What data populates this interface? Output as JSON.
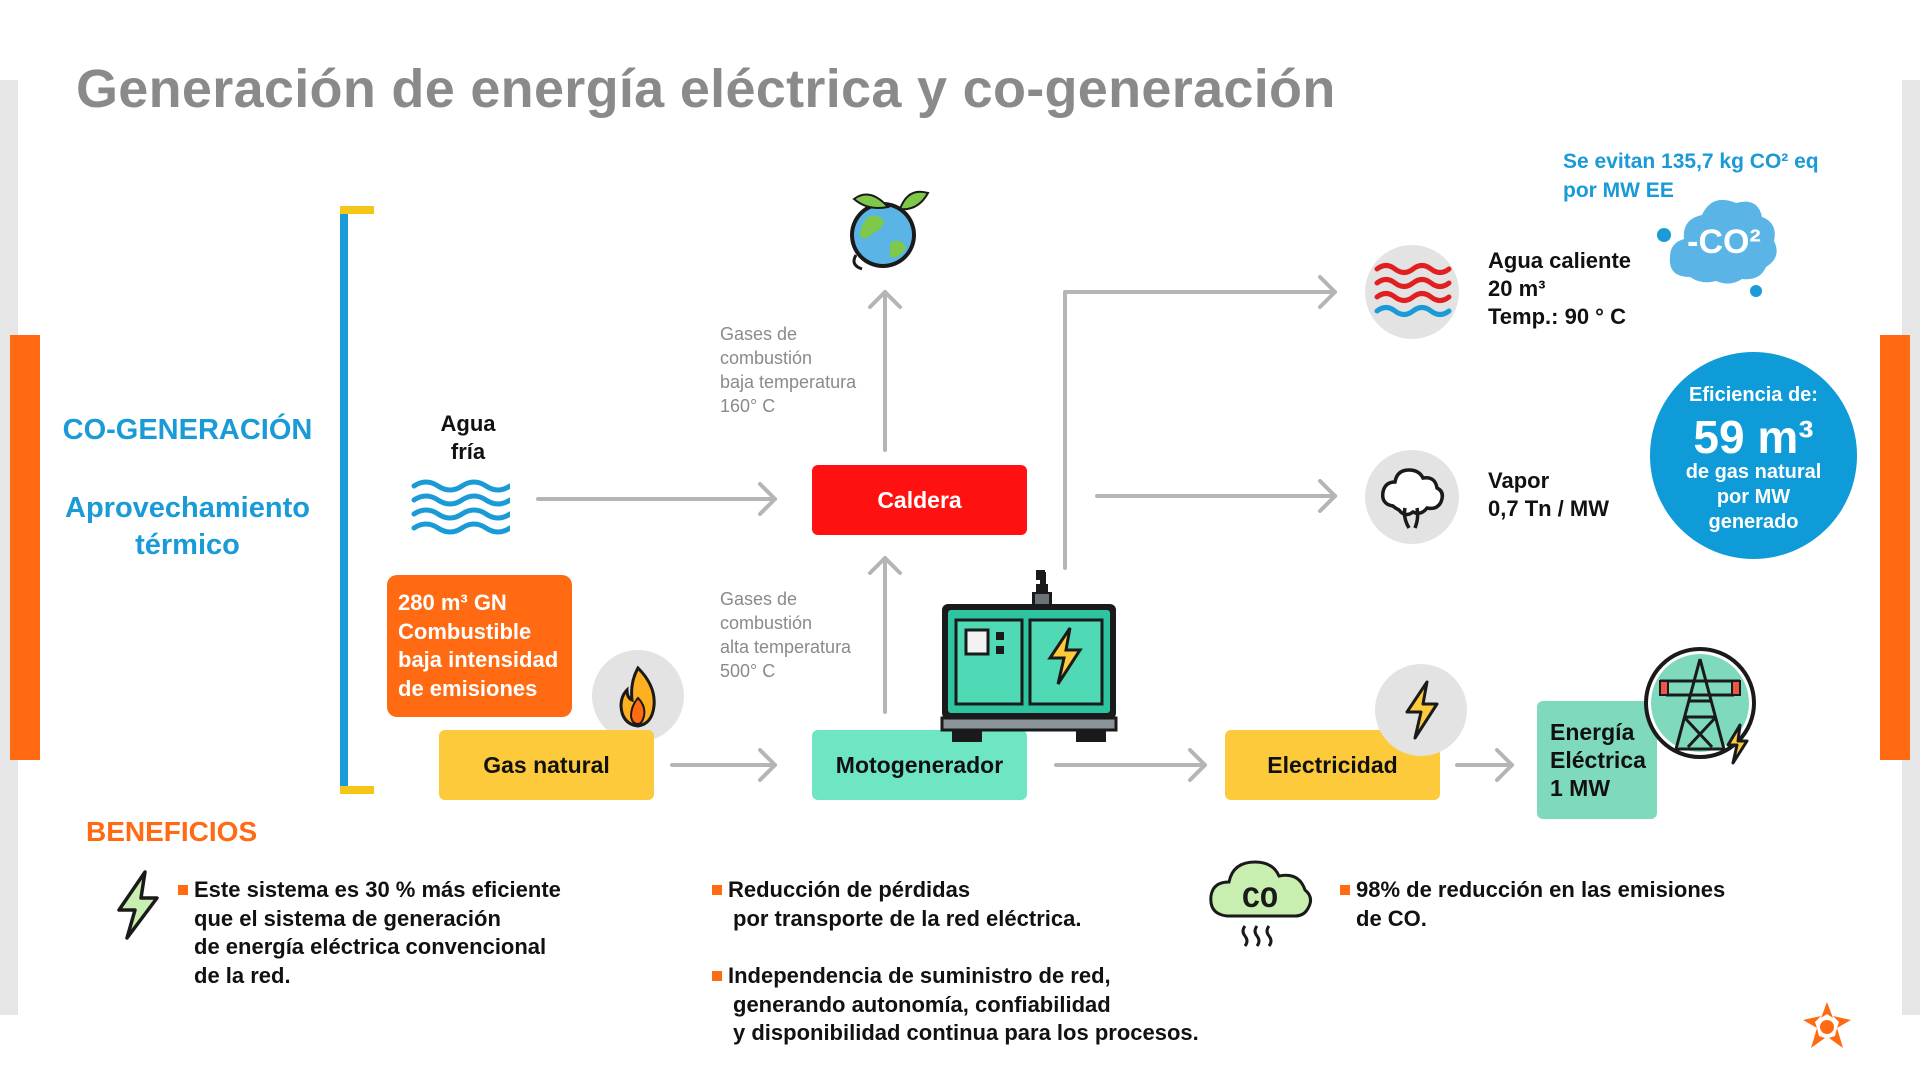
{
  "title": "Generación de energía eléctrica y co-generación",
  "left_labels": {
    "cogeneracion": "CO-GENERACIÓN",
    "aprovechamiento_line1": "Aprovechamiento",
    "aprovechamiento_line2": "térmico"
  },
  "inputs": {
    "agua_fria_line1": "Agua",
    "agua_fria_line2": "fría",
    "gn_line1": "280 m³ GN",
    "gn_line2": "Combustible",
    "gn_line3": "baja intensidad",
    "gn_line4": "de emisiones"
  },
  "gases": {
    "low_line1": "Gases de",
    "low_line2": "combustión",
    "low_line3": "baja temperatura",
    "low_line4": "160° C",
    "high_line1": "Gases de",
    "high_line2": "combustión",
    "high_line3": "alta temperatura",
    "high_line4": "500° C"
  },
  "boxes": {
    "caldera": "Caldera",
    "gas_natural": "Gas natural",
    "motogenerador": "Motogenerador",
    "electricidad": "Electricidad",
    "energia_line1": "Energía",
    "energia_line2": "Eléctrica",
    "energia_line3": "1 MW"
  },
  "outputs": {
    "agua_caliente_line1": "Agua caliente",
    "agua_caliente_line2": "20  m³",
    "agua_caliente_line3": "Temp.: 90 ° C",
    "vapor_line1": "Vapor",
    "vapor_line2": "0,7  Tn / MW"
  },
  "co2": {
    "line1": "Se evitan 135,7 kg CO² eq",
    "line2": "por MW EE",
    "cloud_label": "-CO²"
  },
  "efficiency": {
    "title": "Eficiencia de:",
    "value": "59 m³",
    "desc_line1": "de gas natural",
    "desc_line2": "por MW",
    "desc_line3": "generado"
  },
  "benefits": {
    "heading": "BENEFICIOS",
    "b1_line1": "Este sistema es 30 % más eficiente",
    "b1_line2": "que el sistema de generación",
    "b1_line3": "de energía eléctrica convencional",
    "b1_line4": "de la red.",
    "b2_line1": "Reducción de pérdidas",
    "b2_line2": "por transporte de la red eléctrica.",
    "b3_line1": "Independencia de suministro de red,",
    "b3_line2": "generando autonomía, confiabilidad",
    "b3_line3": "y disponibilidad continua para los procesos.",
    "b4_line1": "98% de reducción en las emisiones",
    "b4_line2": "de CO.",
    "co_cloud_label": "CO"
  },
  "colors": {
    "orange": "#ff6a13",
    "blue": "#1a9ad6",
    "yellow": "#fcca3a",
    "mint": "#6ee6c4",
    "red": "#ff1111",
    "gray_text": "#8a8a8a"
  },
  "icons": [
    "earth-leaves-icon",
    "water-waves-icon",
    "flame-icon",
    "generator-icon",
    "lightning-icon",
    "power-tower-icon",
    "hot-water-waves-icon",
    "steam-cloud-icon",
    "co2-cloud-icon",
    "co-cloud-icon",
    "brand-logo-icon"
  ]
}
